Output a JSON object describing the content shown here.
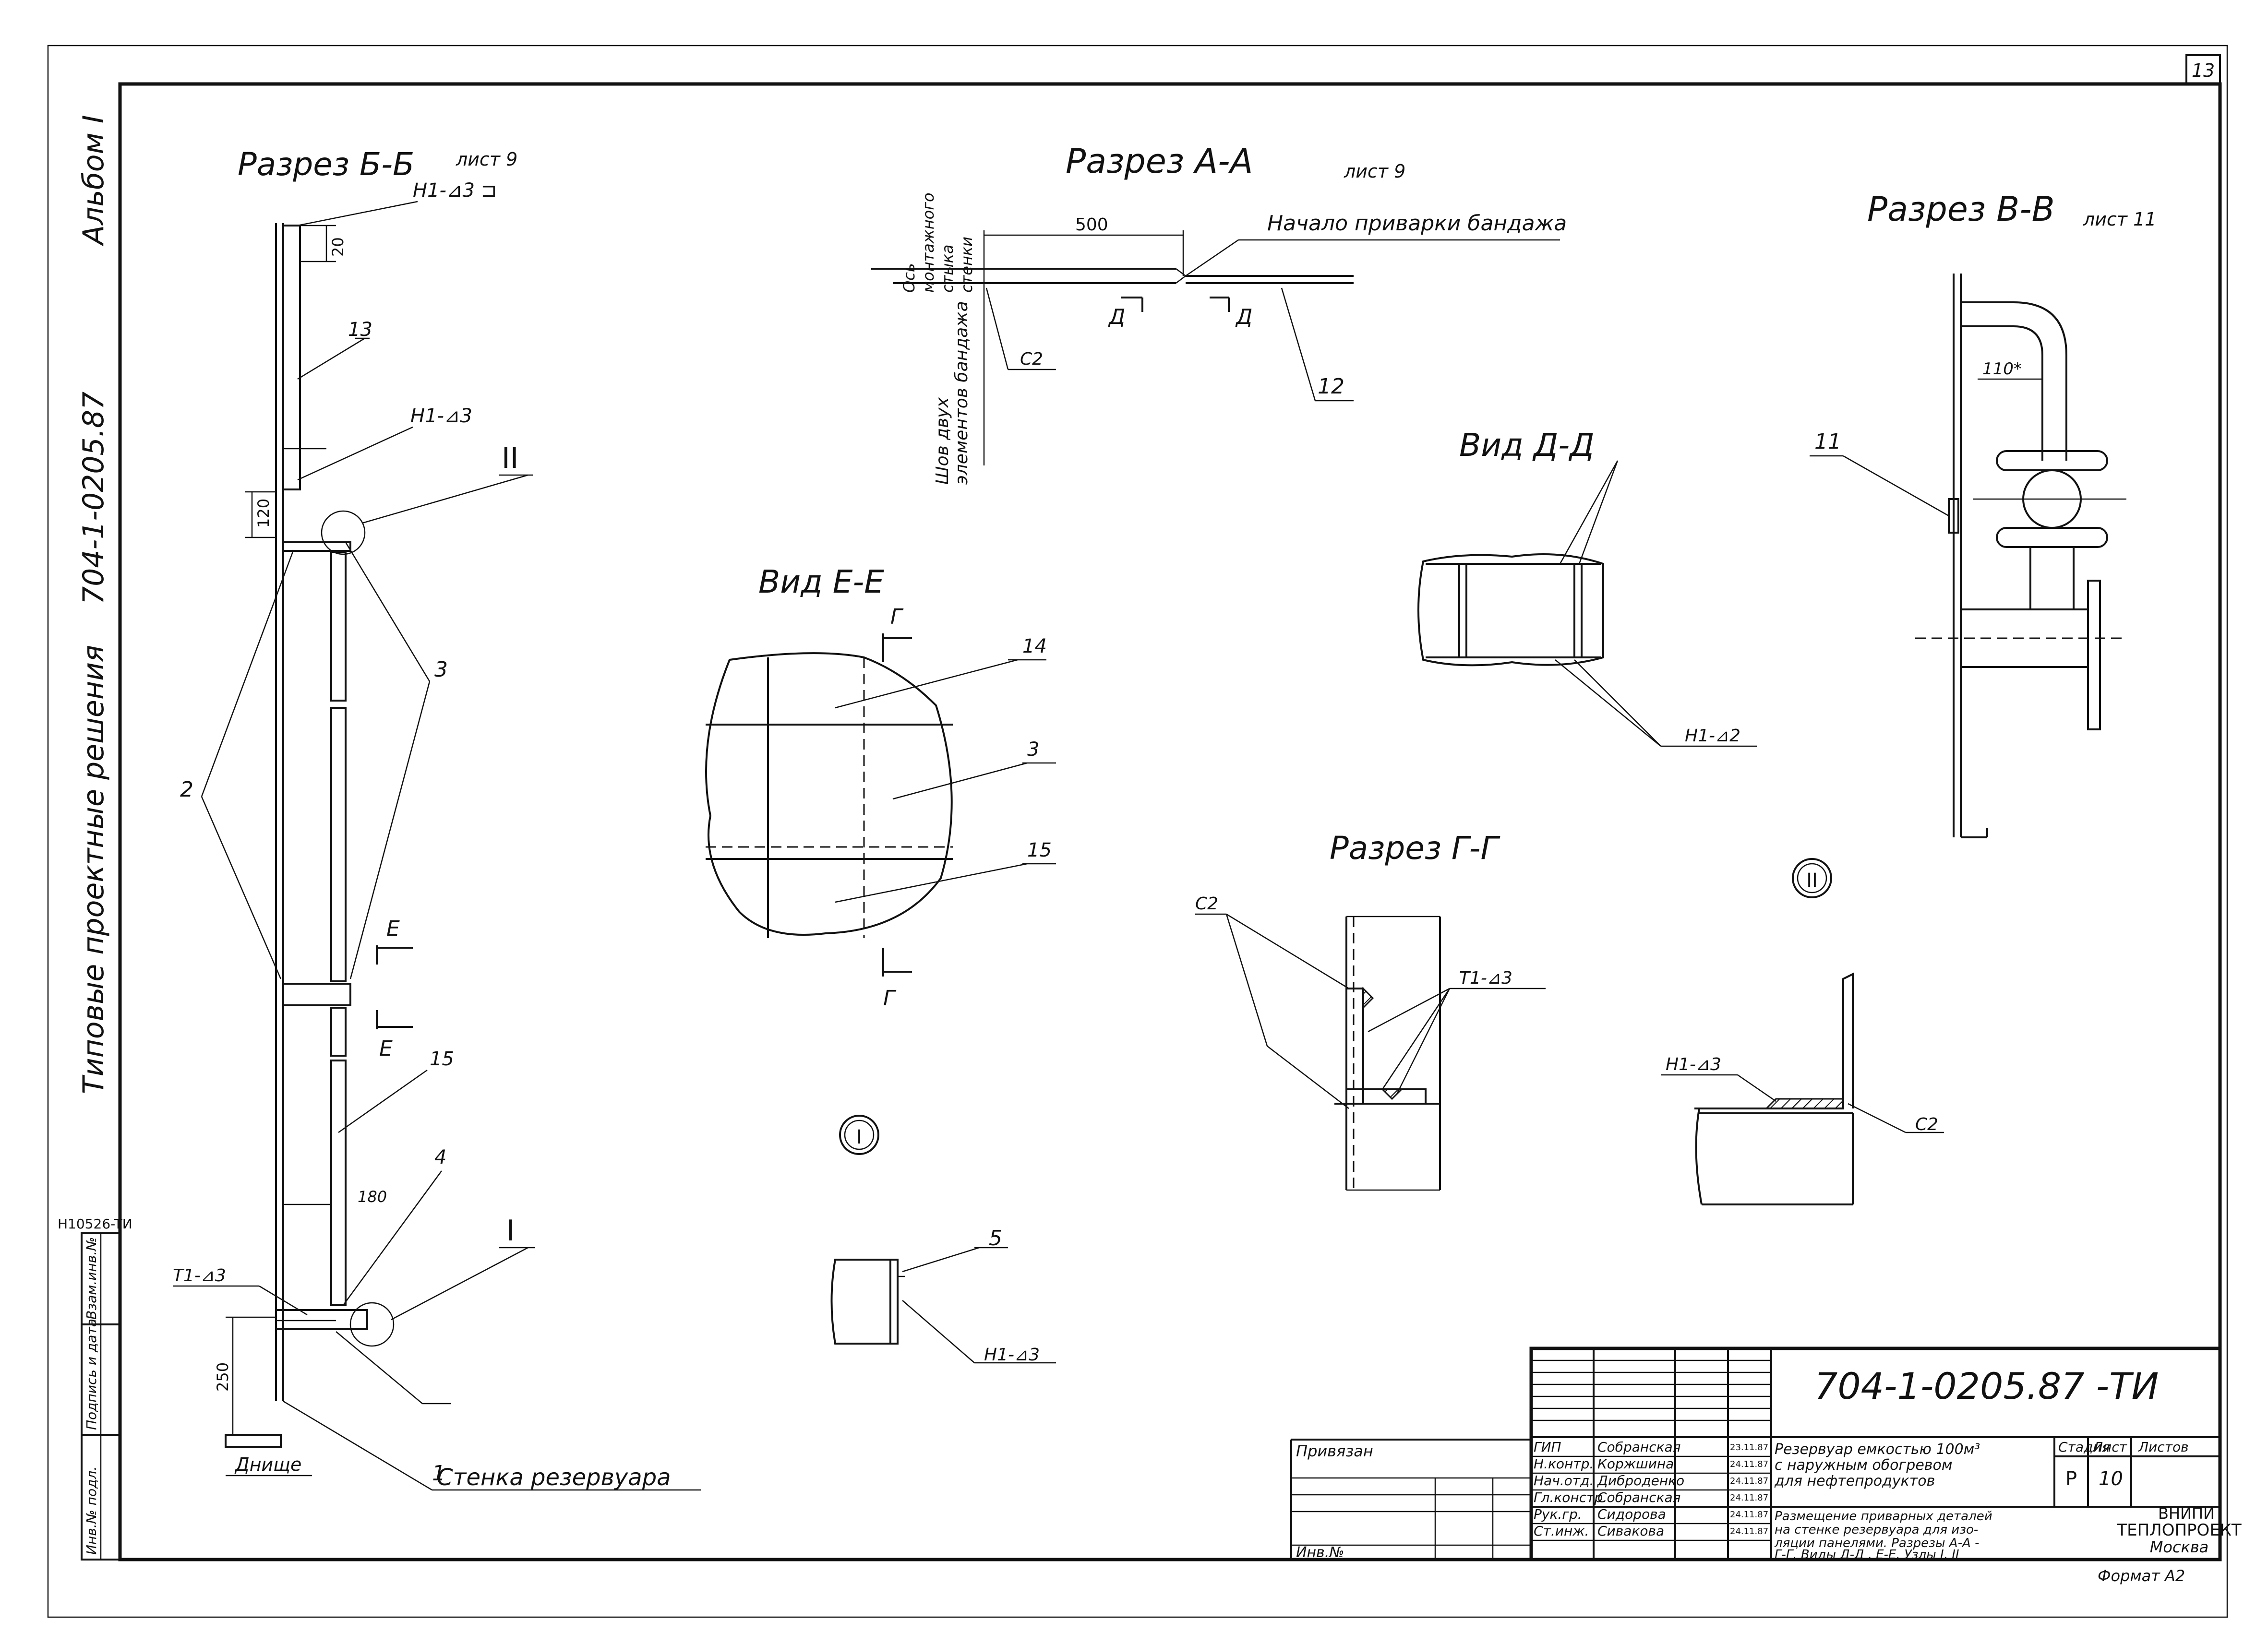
{
  "sheet": {
    "page_number": "13",
    "album": "Альбом I",
    "series": "Типовые проектные решения",
    "doc_code_vertical": "704-1-0205.87",
    "stamp_code": "H10526-TИ",
    "format": "Формат А2",
    "side_labels": [
      "Инв.№ подл.",
      "Подпись и дата",
      "Взам.инв.№"
    ]
  },
  "views": {
    "section_bb": {
      "title": "Разрез Б-Б",
      "sheet_ref": "лист 9",
      "weld_top": "H1-⊿3 ⊐",
      "weld_mid": "H1-⊿3",
      "weld_bottom": "T1-⊿3",
      "dim_20": "20",
      "dim_120": "120",
      "dim_180": "180",
      "dim_250": "250",
      "pos_13": "13",
      "pos_2": "2",
      "pos_3": "3",
      "pos_15": "15",
      "pos_4": "4",
      "pos_1": "1",
      "node_2": "II",
      "node_1": "I",
      "cut_e": "E",
      "bottom_label": "Днище",
      "wall_label": "Стенка резервуара"
    },
    "section_aa": {
      "title": "Разрез А-А",
      "sheet_ref": "лист 9",
      "axis_line1": "Ось",
      "axis_line2": "монтажного",
      "axis_line3": "стыка",
      "axis_line4": "стенки",
      "seam_line1": "Шов двух",
      "seam_line2": "элементов бандажа",
      "dim_500": "500",
      "start_label": "Начало приварки бандажа",
      "weld_c2": "C2",
      "pos_12": "12",
      "cut_d": "Д"
    },
    "section_vv": {
      "title": "Разрез В-В",
      "sheet_ref": "лист 11",
      "dim_110": "110*",
      "pos_11": "11"
    },
    "view_dd": {
      "title": "Вид Д-Д",
      "weld": "H1-⊿2"
    },
    "view_ee": {
      "title": "Вид Е-Е",
      "cut_g": "Г",
      "pos_14": "14",
      "pos_3": "3",
      "pos_15": "15"
    },
    "section_gg": {
      "title": "Разрез Г-Г",
      "weld_c2": "C2",
      "weld_t1": "T1-⊿3"
    },
    "node_1": {
      "label": "I",
      "pos_5": "5",
      "weld": "H1-⊿3"
    },
    "node_2": {
      "label": "II",
      "weld_h1": "H1-⊿3",
      "weld_c2": "C2"
    }
  },
  "title_block": {
    "code": "704-1-0205.87 -ТИ",
    "linked": "Привязан",
    "inv_no": "Инв.№",
    "roles": [
      "ГИП",
      "Н.контр.",
      "Нач.отд.",
      "Гл.констр.",
      "Рук.гр.",
      "Ст.инж."
    ],
    "names": [
      "Собранская",
      "Коржшина",
      "Диброденко",
      "Собранская",
      "Сидорова",
      "Сивакова"
    ],
    "dates": [
      "23.11.87",
      "24.11.87",
      "24.11.87",
      "24.11.87",
      "24.11.87",
      "24.11.87"
    ],
    "object_line1": "Резервуар емкостью 100м³",
    "object_line2": "с наружным обогревом",
    "object_line3": "для нефтепродуктов",
    "content_line1": "Размещение приварных деталей",
    "content_line2": "на стенке резервуара для изо-",
    "content_line3": "ляции панелями. Разрезы А-А -",
    "content_line4": "Г-Г. Виды Д-Д , Е-Е. Узлы I, II",
    "stage_h": "Стадия",
    "sheet_h": "Лист",
    "sheets_h": "Листов",
    "stage": "Р",
    "sheet_no": "10",
    "org1": "ВНИПИ",
    "org2": "ТЕПЛОПРОЕКТ",
    "org3": "Москва"
  }
}
